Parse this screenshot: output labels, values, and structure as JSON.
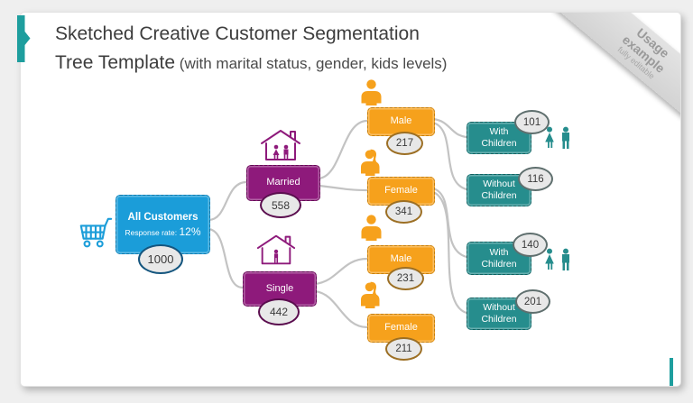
{
  "slide": {
    "title_line1": "Sketched Creative Customer Segmentation",
    "title_line2": "Tree Template",
    "title_line2_suffix": " (with marital status, gender, kids levels)"
  },
  "ribbon": {
    "line1": "Usage",
    "line2": "example",
    "line3": "fully editable"
  },
  "colors": {
    "blue": "#1B9DD9",
    "blue_dark": "#0F76A8",
    "purple": "#8E1A7B",
    "purple_dark": "#5E0E51",
    "orange": "#F6A11C",
    "orange_dark": "#C07D12",
    "teal": "#268D8D",
    "teal_dark": "#155F5F",
    "connector": "#C3C3C3",
    "oval_fill": "#E8E8E8",
    "oval_border_blue": "#14557E",
    "oval_border_purple": "#5A0D4E",
    "oval_border_orange": "#9C6F24",
    "oval_border_teal": "#5F6F6E",
    "accent_teal": "#1E9E9E",
    "title_text": "#3D3D3D"
  },
  "tree": {
    "root": {
      "label": "All Customers",
      "rate_label": "Response rate:",
      "rate_value": "12%",
      "count": "1000",
      "icon": "shopping-cart-icon"
    },
    "married": {
      "label": "Married",
      "count": "558",
      "icon": "house-couple-icon"
    },
    "single": {
      "label": "Single",
      "count": "442",
      "icon": "house-single-icon"
    },
    "married_male": {
      "label": "Male",
      "count": "217",
      "icon": "man-icon"
    },
    "married_female": {
      "label": "Female",
      "count": "341",
      "icon": "woman-icon"
    },
    "single_male": {
      "label": "Male",
      "count": "231",
      "icon": "man-icon"
    },
    "single_female": {
      "label": "Female",
      "count": "211",
      "icon": "woman-icon"
    },
    "married_male_with_children": {
      "label": "With Children",
      "count": "101",
      "icon": "family-icon"
    },
    "married_male_without_children": {
      "label": "Without Children",
      "count": "116"
    },
    "married_female_with_children": {
      "label": "With Children",
      "count": "140",
      "icon": "family-icon"
    },
    "married_female_without_children": {
      "label": "Without Children",
      "count": "201"
    }
  }
}
